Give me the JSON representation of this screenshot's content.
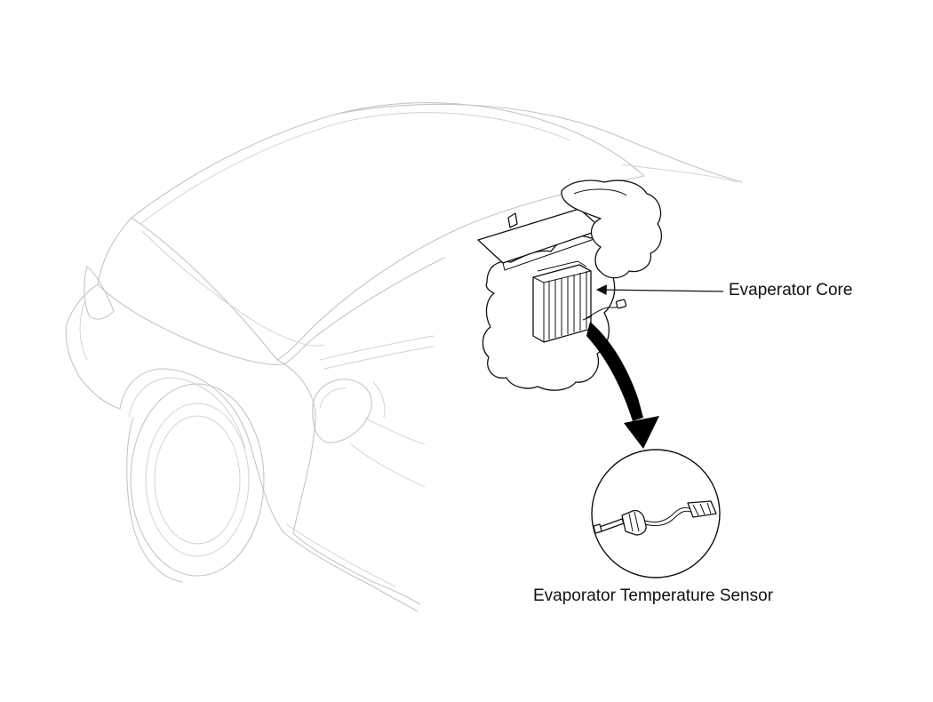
{
  "labels": {
    "evaporator_core": "Evaperator Core",
    "temperature_sensor": "Evaporator Temperature Sensor"
  },
  "colors": {
    "vehicle_outline": "#c4c4c4",
    "component_outline": "#111111",
    "arrow_fill": "#000000",
    "background": "#ffffff"
  },
  "icons": {
    "arrow": "curved-arrow-icon",
    "detail_view": "magnified-detail-circle"
  }
}
